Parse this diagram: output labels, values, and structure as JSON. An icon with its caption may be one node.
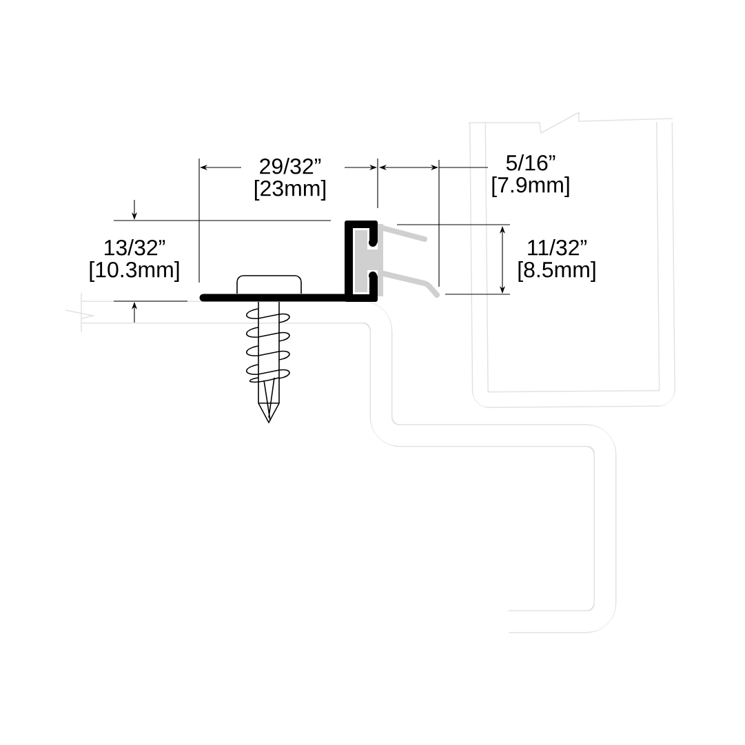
{
  "diagram": {
    "labels": [
      "29/32” [23mm]",
      "5/16” [7.9mm]",
      "13/32” [10.3mm]",
      "11/32” [8.5mm]"
    ]
  }
}
